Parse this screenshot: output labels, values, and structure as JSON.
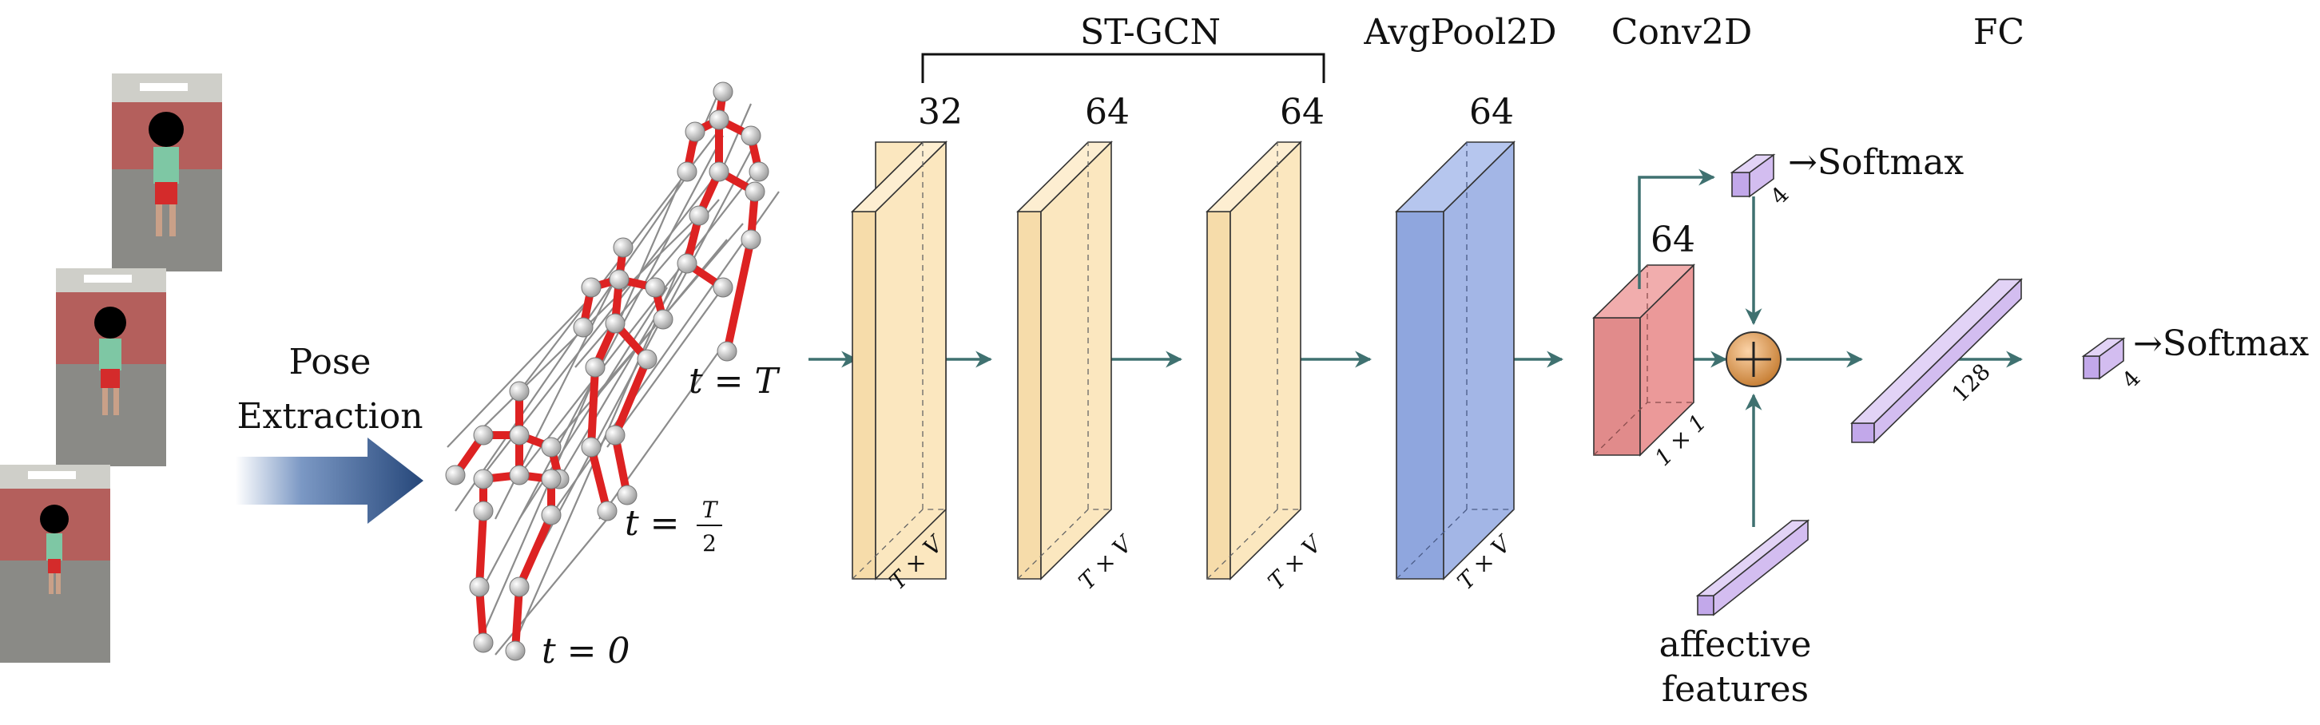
{
  "input": {
    "pose_extraction_label_line1": "Pose",
    "pose_extraction_label_line2": "Extraction"
  },
  "skeleton": {
    "t_T": "t = T",
    "t_half_prefix": "t =",
    "t_half_num": "T",
    "t_half_den": "2",
    "t_zero": "t = 0"
  },
  "stgcn": {
    "title": "ST-GCN",
    "channels": [
      "32",
      "64",
      "64"
    ],
    "dim_label": "T × V"
  },
  "avgpool": {
    "title": "AvgPool2D",
    "channels": "64",
    "dim_label": "T × V"
  },
  "conv": {
    "title": "Conv2D",
    "channels": "64",
    "dim_label": "1 × 1"
  },
  "fc": {
    "title": "FC",
    "dim_label": "128",
    "out_dim_label": "4"
  },
  "softmax_top": {
    "label": "→Softmax",
    "dim_label": "4"
  },
  "softmax_right": {
    "label": "→Softmax"
  },
  "affective": {
    "line1": "affective",
    "line2": "features"
  },
  "colors": {
    "stgcn_fill": "#fbe7bf",
    "avgpool_fill": "#a3b6e6",
    "conv_fill": "#eb9999",
    "fc_fill": "#d3bdf0",
    "arrow": "#3f7170",
    "bone": "#dd2222",
    "sum_node": "#e8a25a",
    "big_arrow": "#26477a"
  }
}
